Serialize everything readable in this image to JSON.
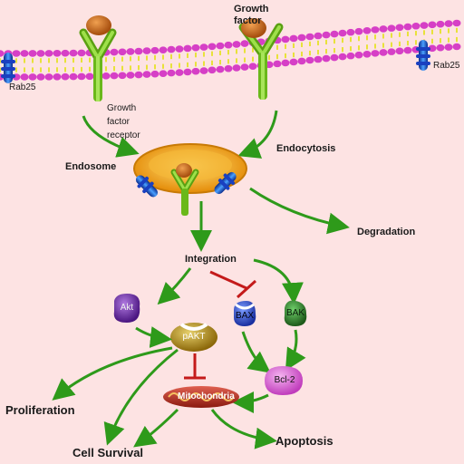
{
  "labels": {
    "growth_factor": "Growth\nfactor",
    "rab25_left": "Rab25",
    "rab25_right": "Rab25",
    "growth_factor_receptor": "Growth\nfactor\nreceptor",
    "endosome": "Endosome",
    "endocytosis": "Endocytosis",
    "degradation": "Degradation",
    "integration": "Integration",
    "akt": "Akt",
    "bax": "BAX",
    "bak": "BAK",
    "pakt": "pAKT",
    "bcl2": "Bcl-2",
    "mitochondria": "Mitochondria",
    "proliferation": "Proliferation",
    "cell_survival": "Cell Survival",
    "apoptosis": "Apoptosis"
  },
  "colors": {
    "background": "#fde3e3",
    "membrane_head": "#d63fc6",
    "membrane_tail": "#e8e23a",
    "receptor": "#7ac21f",
    "arrow": "#2e9a1a",
    "inhibit": "#c41a1a",
    "endosome": "#f2a616",
    "akt": "#7b2fb0",
    "bax": "#2f4fd6",
    "bak": "#2d8a2a",
    "pakt": "#b08a18",
    "bcl2": "#d35ad0",
    "mito": "#b52a1a"
  }
}
